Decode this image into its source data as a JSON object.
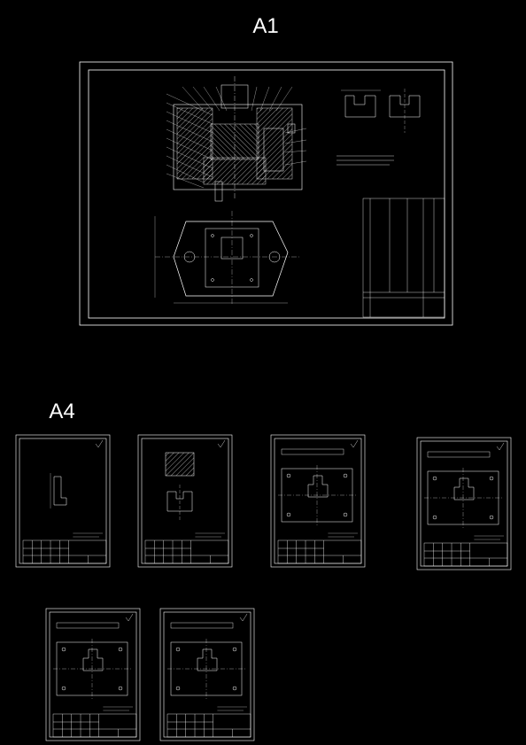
{
  "labels": {
    "a1": "A1",
    "a4": "A4"
  },
  "colors": {
    "background": "#000000",
    "line": "#ffffff",
    "accent_red": "#ff4040"
  },
  "sheets": [
    {
      "id": "sheet-a1",
      "size": "A1"
    },
    {
      "id": "sheet-a4-1",
      "size": "A4"
    },
    {
      "id": "sheet-a4-2",
      "size": "A4"
    },
    {
      "id": "sheet-a4-3",
      "size": "A4"
    },
    {
      "id": "sheet-a4-4",
      "size": "A4"
    },
    {
      "id": "sheet-a4-5",
      "size": "A4"
    },
    {
      "id": "sheet-a4-6",
      "size": "A4"
    }
  ]
}
